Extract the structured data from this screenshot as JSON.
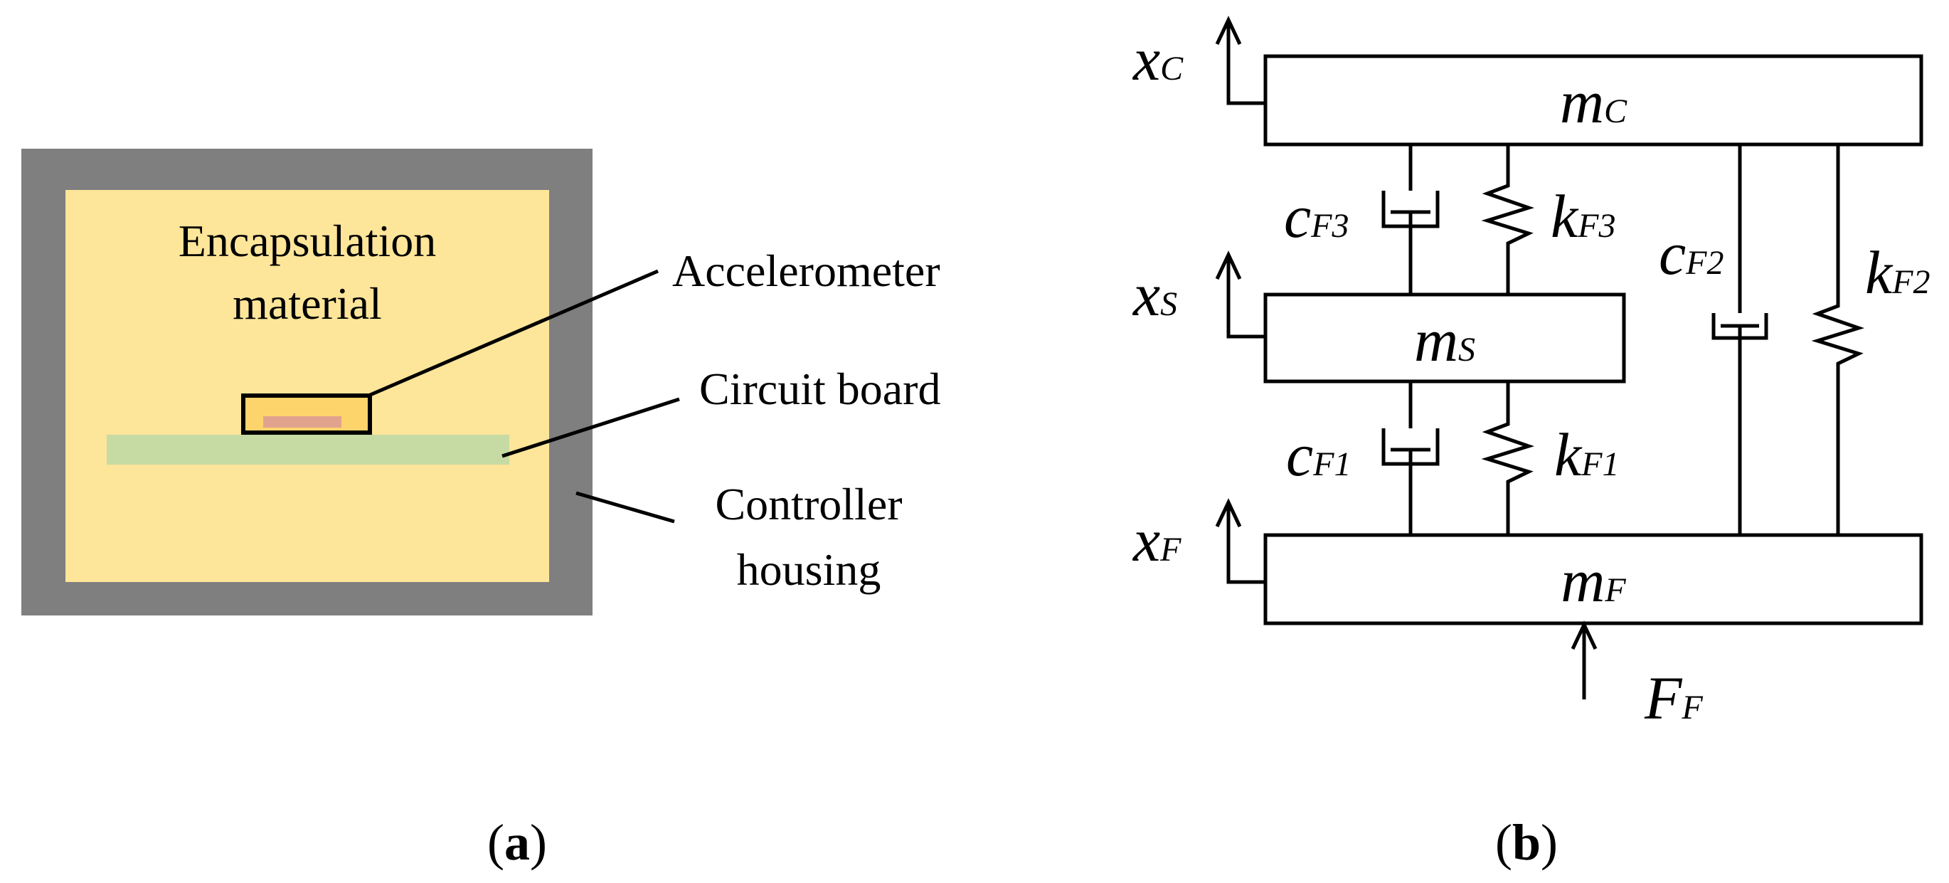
{
  "figure_a": {
    "caption_open": "(",
    "caption_letter": "a",
    "caption_close": ")",
    "encapsulation_line1": "Encapsulation",
    "encapsulation_line2": "material",
    "accelerometer": "Accelerometer",
    "circuit_board": "Circuit board",
    "housing_line1": "Controller",
    "housing_line2": "housing",
    "colors": {
      "housing": "#7f7f7f",
      "encapsulation": "#fde59a",
      "circuit_board": "#c6dba4",
      "accelerometer_fill": "#fdd46b",
      "accelerometer_chip": "#e2a38e"
    }
  },
  "figure_b": {
    "caption_open": "(",
    "caption_letter": "b",
    "caption_close": ")",
    "masses": {
      "mc": {
        "base": "m",
        "sub": "C"
      },
      "ms": {
        "base": "m",
        "sub": "S"
      },
      "mf": {
        "base": "m",
        "sub": "F"
      }
    },
    "displacements": {
      "xc": {
        "base": "x",
        "sub": "C"
      },
      "xs": {
        "base": "x",
        "sub": "S"
      },
      "xf": {
        "base": "x",
        "sub": "F"
      }
    },
    "elements": {
      "cf3": {
        "base": "c",
        "sub": "F3"
      },
      "kf3": {
        "base": "k",
        "sub": "F3"
      },
      "cf1": {
        "base": "c",
        "sub": "F1"
      },
      "kf1": {
        "base": "k",
        "sub": "F1"
      },
      "cf2": {
        "base": "c",
        "sub": "F2"
      },
      "kf2": {
        "base": "k",
        "sub": "F2"
      }
    },
    "force": {
      "base": "F",
      "sub": "F"
    }
  }
}
